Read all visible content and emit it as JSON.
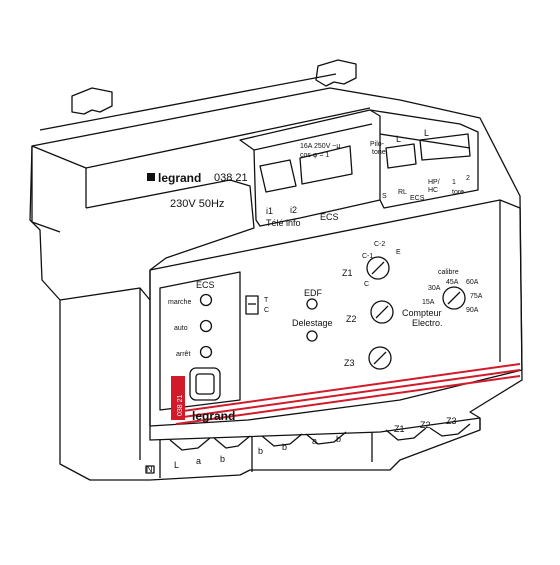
{
  "device": {
    "brand": "legrand",
    "ref": "038 21",
    "supply": "230V 50Hz",
    "top_rating_line1": "16A 250V ~μ",
    "top_rating_line2": "cos φ = 1",
    "top_terminals": [
      "i1",
      "i2"
    ],
    "tele_info": "Télé info",
    "ecs_label_top": "ECS",
    "pilot_label": "Pilo-",
    "pilot_label2": "tone",
    "l_labels": [
      "L",
      "L"
    ],
    "bottom_right_terms": [
      "S",
      "RL",
      "HP/",
      "HC",
      "1",
      "2"
    ],
    "ecs_right": "ECS",
    "tore": "tore",
    "left_leds": {
      "title": "ECS",
      "items": [
        "marche",
        "auto",
        "arrêt"
      ]
    },
    "switch_marks": [
      "T",
      "C"
    ],
    "edf": "EDF",
    "delestage": "Delestage",
    "zones": [
      "Z1",
      "Z2",
      "Z3"
    ],
    "dial_marks": [
      "C-2",
      "C-1",
      "C",
      "E"
    ],
    "calibre": "calibre",
    "calibre_values": [
      "30A",
      "45A",
      "60A",
      "15A",
      "75A",
      "90A"
    ],
    "compteur": "Compteur",
    "electro": "Electro.",
    "side_brand": "legrand",
    "side_ref": "038 21",
    "bottom_left_terms": [
      "N",
      "L",
      "a",
      "b",
      "b",
      "b",
      "a",
      "b"
    ],
    "bottom_right_zones": [
      "Z1",
      "Z2",
      "Z3"
    ],
    "accent_red": "#d11a2a"
  }
}
